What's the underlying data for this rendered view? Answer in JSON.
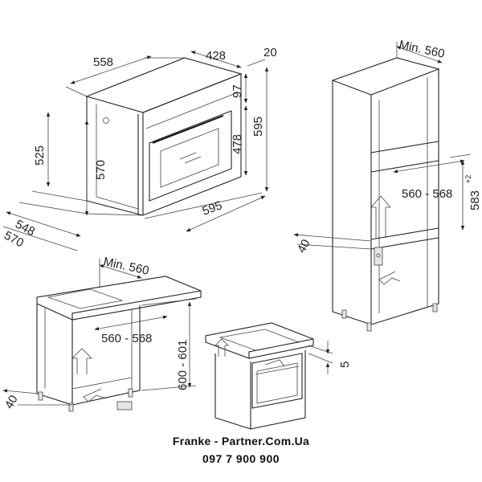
{
  "oven_dimensions": {
    "width_top": "558",
    "depth": "428",
    "front_offset": "20",
    "top_gap": "97",
    "height_outer": "595",
    "height_inner": "478",
    "height_side": "525",
    "cavity_height": "570",
    "width_front": "595",
    "depth_side": "548",
    "depth_total": "570"
  },
  "column_install": {
    "min_width": "Min. 560",
    "niche_width": "560 - 568",
    "niche_height": "583",
    "niche_height_tolerance": "+2",
    "vent_gap": "40"
  },
  "undercounter_install": {
    "min_width": "Min. 560",
    "niche_width": "560 - 568",
    "niche_height": "600 - 601",
    "vent_gap": "40"
  },
  "hob_install": {
    "clearance": "5"
  },
  "footer": {
    "brand": "Franke - Partner.Com.Ua",
    "phone": "097 7 900 900"
  }
}
